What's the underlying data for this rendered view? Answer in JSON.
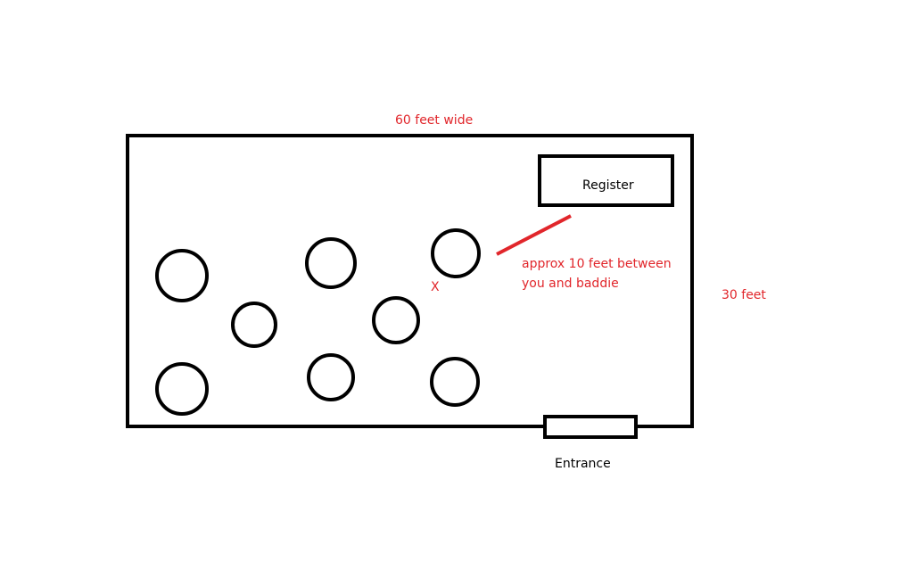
{
  "labels": {
    "width": "60 feet wide",
    "height": "30 feet",
    "register": "Register",
    "distance_line1": "approx 10 feet between",
    "distance_line2": "you and baddie",
    "marker": "X",
    "entrance": "Entrance"
  },
  "colors": {
    "annotation": "#e1262b",
    "outline": "#000000"
  }
}
